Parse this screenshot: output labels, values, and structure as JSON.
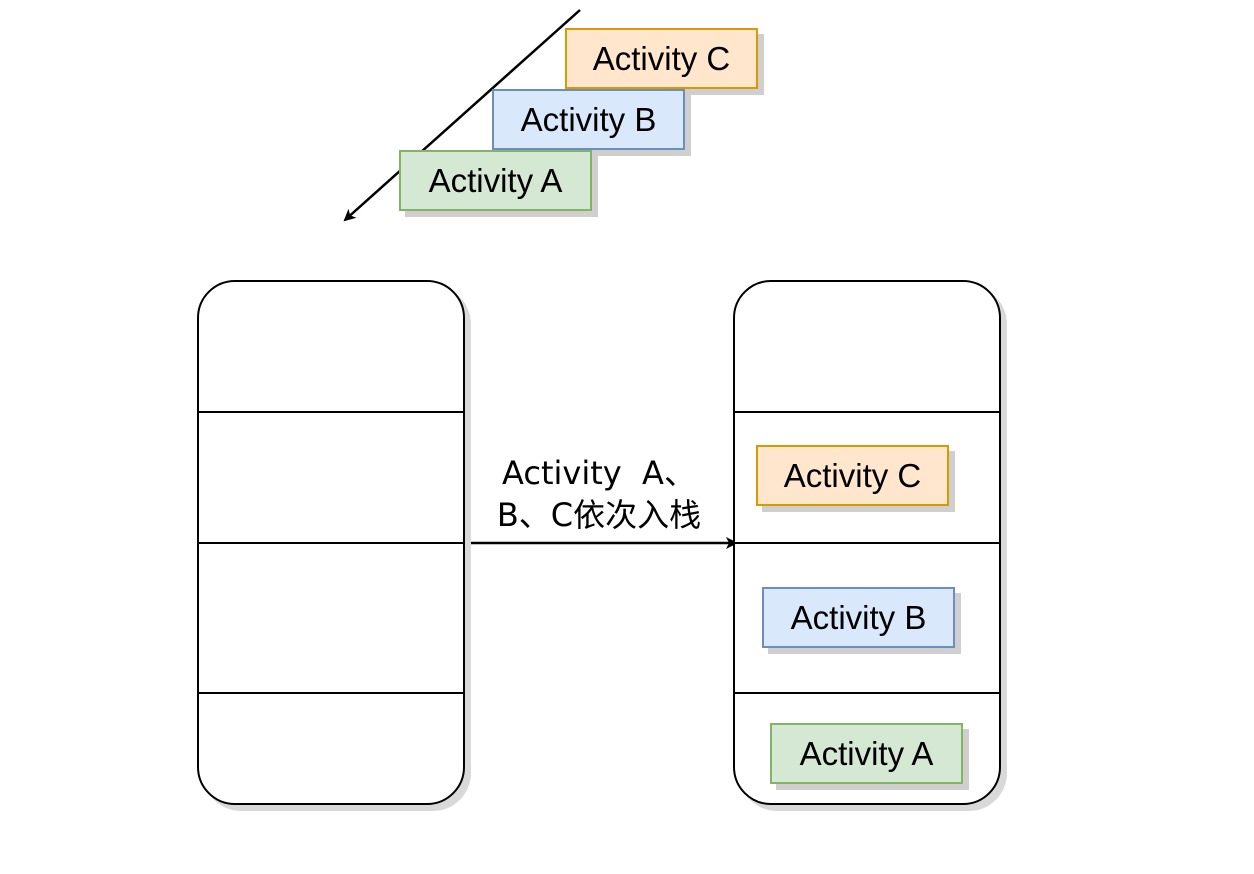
{
  "incoming": {
    "activity_c": "Activity C",
    "activity_b": "Activity B",
    "activity_a": "Activity A"
  },
  "transition": {
    "line1": "Activity  A、",
    "line2": "B、C依次入栈"
  },
  "result_stack": {
    "activity_c": "Activity C",
    "activity_b": "Activity B",
    "activity_a": "Activity A"
  },
  "colors": {
    "activity_c_fill": "#ffe6cc",
    "activity_c_border": "#d79b00",
    "activity_b_fill": "#dae8fc",
    "activity_b_border": "#6c8ebf",
    "activity_a_fill": "#d5e8d4",
    "activity_a_border": "#82b366"
  }
}
